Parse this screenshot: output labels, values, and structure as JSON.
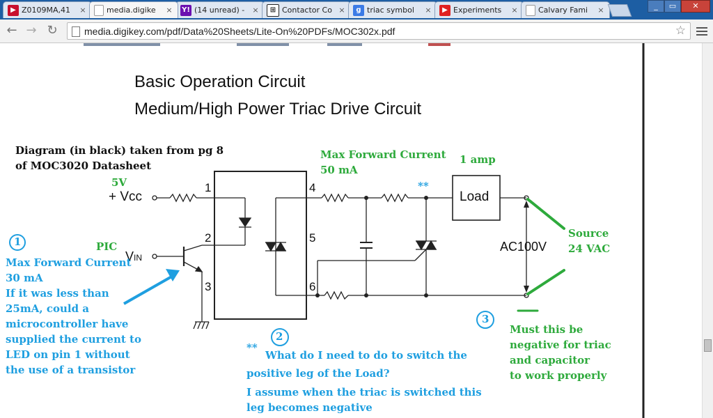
{
  "browser": {
    "tabs": [
      {
        "label": "Z0109MA,41",
        "icon": "arrow-logo-icon",
        "color": "#c8102e"
      },
      {
        "label": "media.digike",
        "icon": "page-icon",
        "color": "#ffffff"
      },
      {
        "label": "(14 unread) -",
        "icon": "yahoo-icon",
        "color": "#6b0fb0"
      },
      {
        "label": "Contactor Co",
        "icon": "contactor-icon",
        "color": "#222222"
      },
      {
        "label": "triac symbol",
        "icon": "google-icon",
        "color": "#3b7be6"
      },
      {
        "label": "Experiments",
        "icon": "youtube-icon",
        "color": "#e02020"
      },
      {
        "label": "Calvary Fami",
        "icon": "page-icon",
        "color": "#ffffff"
      }
    ],
    "close_glyph": "×",
    "url": "media.digikey.com/pdf/Data%20Sheets/Lite-On%20PDFs/MOC302x.pdf",
    "window_buttons": {
      "minimize": "_",
      "maximize": "▭",
      "close": "✕"
    }
  },
  "document": {
    "title_line1": "Basic Operation Circuit",
    "title_line2": "Medium/High Power Triac Drive Circuit",
    "pin_labels": [
      "1",
      "2",
      "3",
      "4",
      "5",
      "6"
    ],
    "vcc_label": "+ Vcc",
    "vin_label": "V",
    "vin_sub": "IN",
    "load_label": "Load",
    "ac_label": "AC100V"
  },
  "annotations": {
    "diagram_source_line1": "Diagram (in black) taken from pg 8",
    "diagram_source_line2": "of MOC3020 Datasheet",
    "vcc_value": "5V",
    "pic_label": "PIC",
    "max_fwd_current_label": "Max Forward Current",
    "max_fwd_current_value": "50 mA",
    "load_current": "1 amp",
    "asterisks": "**",
    "source_line1": "Source",
    "source_line2": "24 VAC",
    "note1_number": "1",
    "note1_lines": [
      "Max Forward Current",
      "30 mA",
      "If it was less than",
      "25mA, could a",
      "microcontroller have",
      "supplied the current to",
      "LED on pin 1 without",
      "the use of a transistor"
    ],
    "note2_number": "2",
    "note2_asterisks": "**",
    "note2_lines": [
      "What do I need to do to switch the",
      "positive leg of the Load?",
      "I assume when the triac is switched this",
      "leg becomes negative"
    ],
    "note3_number": "3",
    "note3_lines": [
      "Must this be",
      "negative for triac",
      "and capacitor",
      "to work properly"
    ],
    "colors": {
      "green": "#2eaa3c",
      "blue": "#1f9fe0",
      "black": "#111111"
    }
  }
}
